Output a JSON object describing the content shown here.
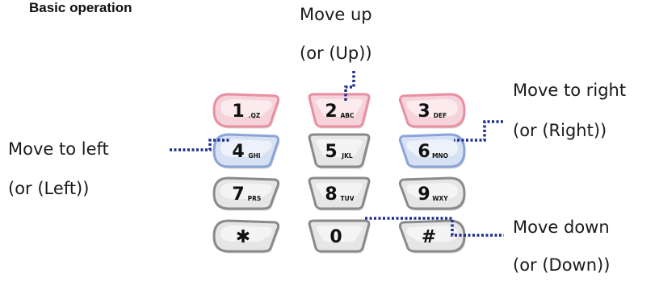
{
  "title": "Basic operation",
  "labels": {
    "up_action": "Move up",
    "up_key": "(or (Up))",
    "left_action": "Move to left",
    "left_key": "(or (Left))",
    "right_action": "Move to right",
    "right_key": "(or (Right))",
    "down_action": "Move down",
    "down_key": "(or (Down))"
  },
  "keys": [
    {
      "main": "1",
      "sub": ".QZ",
      "color": "#e98fa2",
      "fill": "#f6d3da"
    },
    {
      "main": "2",
      "sub": "ABC",
      "color": "#e98fa2",
      "fill": "#f6d3da"
    },
    {
      "main": "3",
      "sub": "DEF",
      "color": "#e98fa2",
      "fill": "#f6d3da"
    },
    {
      "main": "4",
      "sub": "GHI",
      "color": "#8ba4d8",
      "fill": "#d7e1f4"
    },
    {
      "main": "5",
      "sub": "JKL",
      "color": "#8a8a8a",
      "fill": "#e6e6e6"
    },
    {
      "main": "6",
      "sub": "MNO",
      "color": "#8ba4d8",
      "fill": "#d7e1f4"
    },
    {
      "main": "7",
      "sub": "PRS",
      "color": "#8a8a8a",
      "fill": "#e6e6e6"
    },
    {
      "main": "8",
      "sub": "TUV",
      "color": "#8a8a8a",
      "fill": "#e6e6e6"
    },
    {
      "main": "9",
      "sub": "WXY",
      "color": "#8a8a8a",
      "fill": "#e6e6e6"
    },
    {
      "main": "✱",
      "sub": "",
      "color": "#8a8a8a",
      "fill": "#e6e6e6"
    },
    {
      "main": "0",
      "sub": "",
      "color": "#8a8a8a",
      "fill": "#e6e6e6"
    },
    {
      "main": "#",
      "sub": "",
      "color": "#8a8a8a",
      "fill": "#e6e6e6"
    }
  ],
  "colors": {
    "leader": "#1f2d8c"
  }
}
